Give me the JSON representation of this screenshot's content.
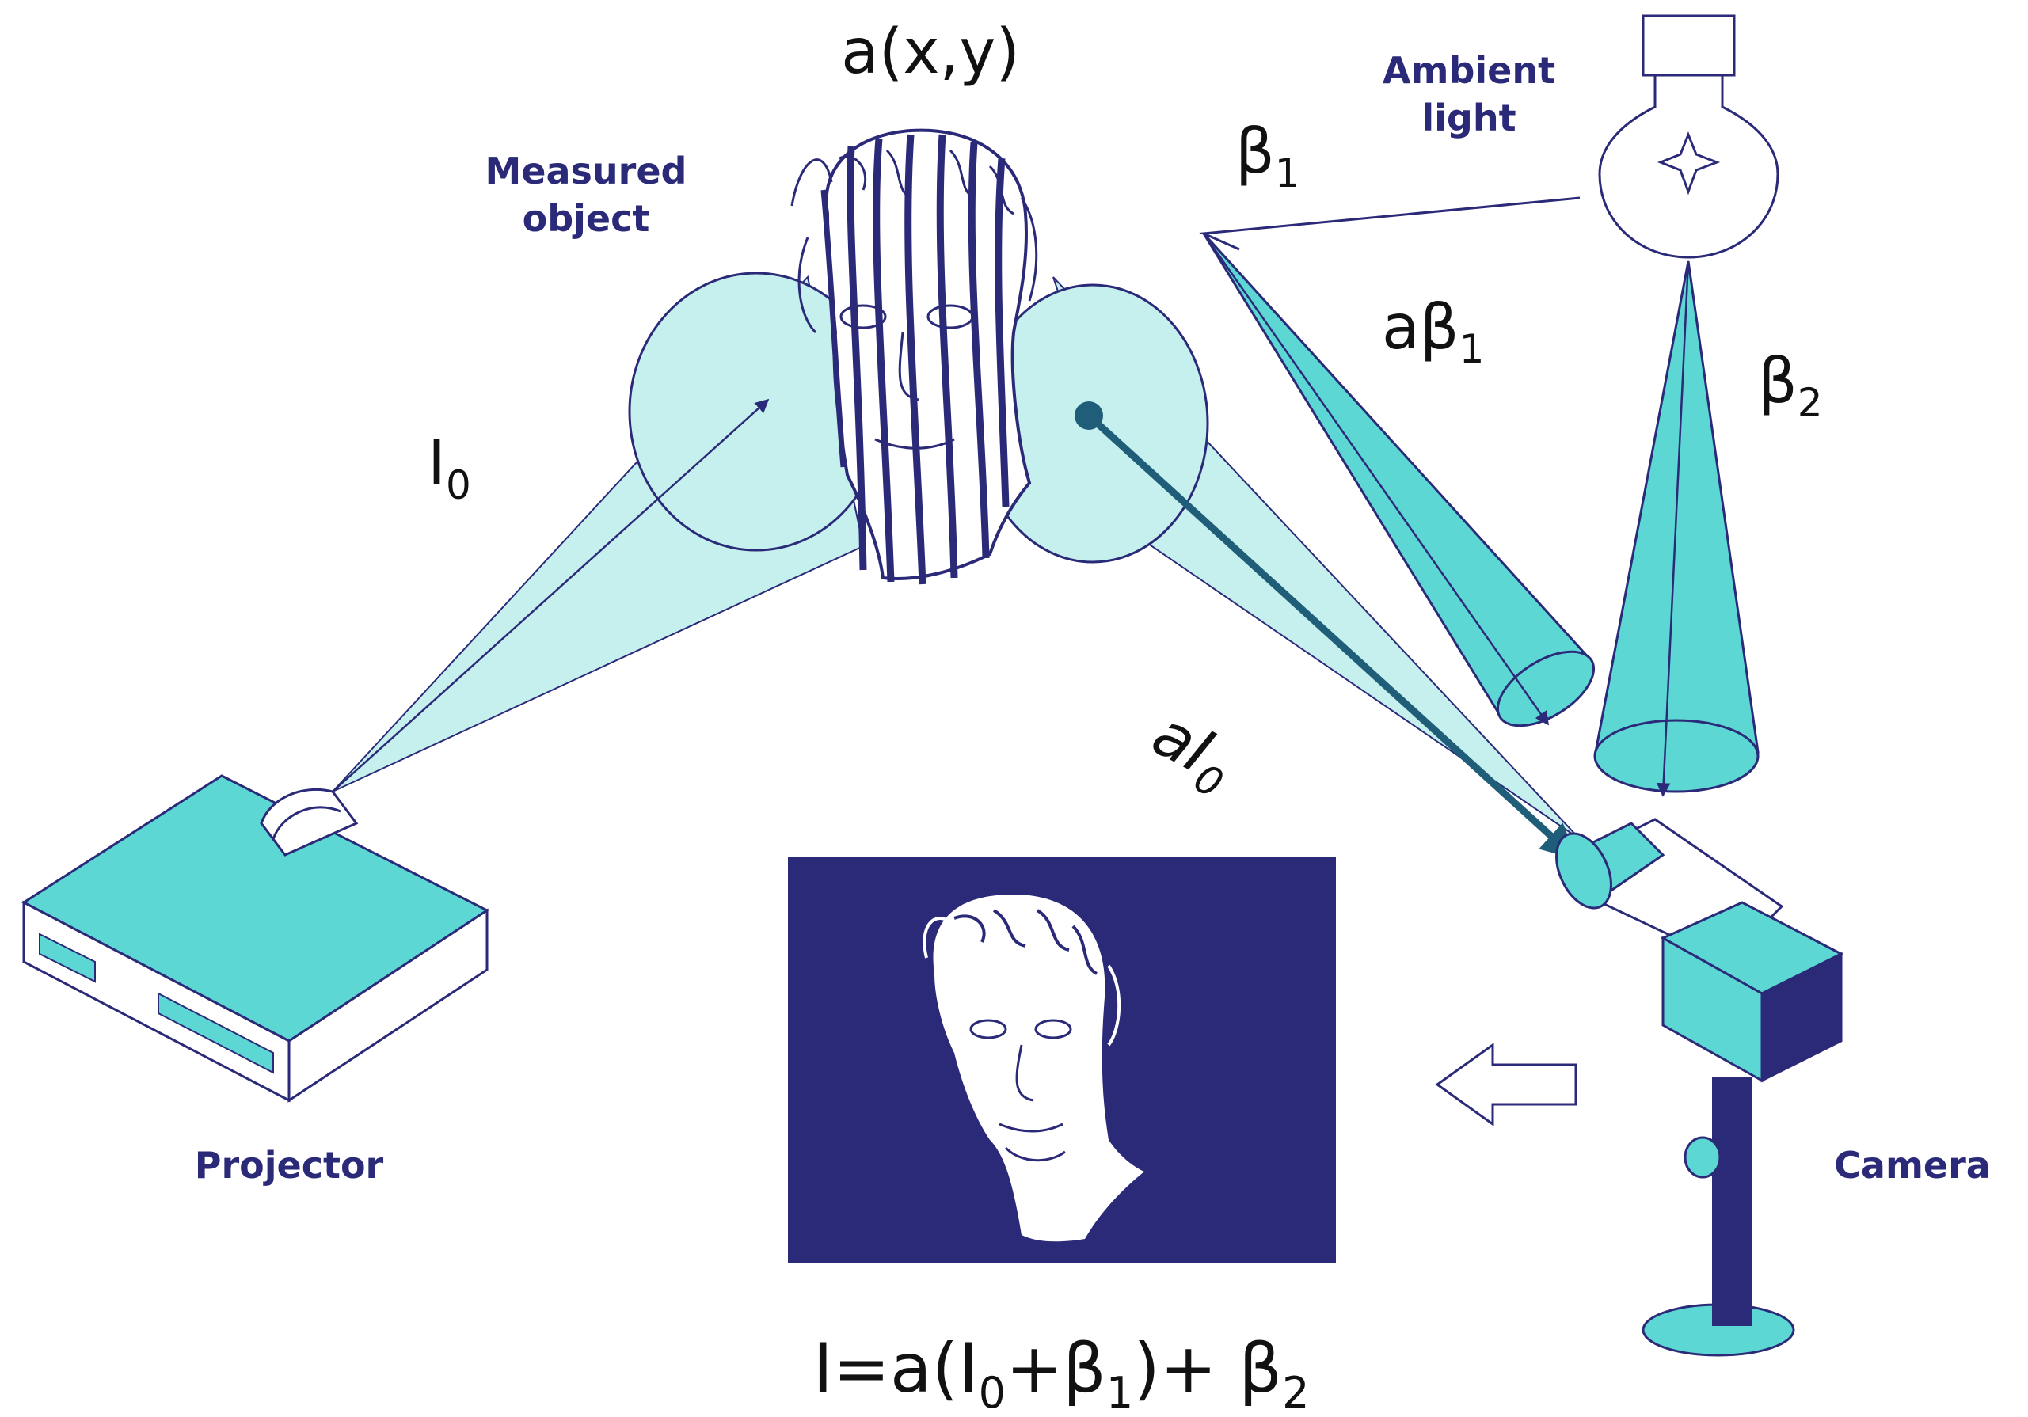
{
  "labels": {
    "ax": "a(x,y)",
    "measured_line1": "Measured",
    "measured_line2": "object",
    "ambient_line1": "Ambient",
    "ambient_line2": "light",
    "projector": "Projector",
    "camera": "Camera"
  },
  "math": {
    "beta1_base": "β",
    "beta1_sub": "1",
    "abeta1_base": "aβ",
    "abeta1_sub": "1",
    "beta2_base": "β",
    "beta2_sub": "2",
    "i0_base": "I",
    "i0_sub": "0",
    "ai0_base": "aI",
    "ai0_sub": "0"
  },
  "equation": {
    "p1": "I=a(I",
    "s1": "0",
    "p2": "+β",
    "s2": "1",
    "p3": ")+ β",
    "s3": "2"
  },
  "colors": {
    "navy": "#2b2a78",
    "teal": "#5cd7d3",
    "light_teal": "#c5f0ee",
    "arrow": "#1f5d78"
  },
  "icons": {
    "lamp": "light-bulb-icon",
    "projector": "projector-icon",
    "camera": "camera-icon",
    "arrow": "left-arrow-icon"
  }
}
